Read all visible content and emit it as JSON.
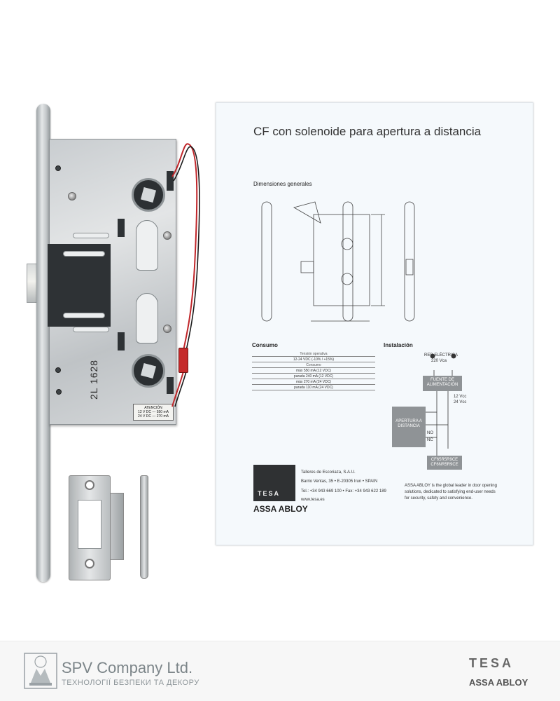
{
  "lock": {
    "stamp": "2L 1628",
    "sticker_line1": "ATENCIÓN",
    "sticker_line2": "12 V DC --- 550 mA",
    "sticker_line3": "24 V DC --- 270 mA"
  },
  "sheet": {
    "title": "CF con solenoide para apertura a distancia",
    "dimensions_heading": "Dimensiones generales",
    "consumption_heading": "Consumo",
    "installation_heading": "Instalación",
    "table_rows": [
      "Tensión operativa",
      "12-24 VDC (-10% / +15%)",
      "Consumo",
      "máx 550 mA (12 VDC)",
      "parada 240 mA (12 VDC)",
      "máx 270 mA (24 VDC)",
      "parada 110 mA (24 VDC)"
    ],
    "red_electrica": "RED ELÉCTRICA",
    "voltage_220": "220 Vca",
    "fuente": "FUENTE DE ALIMENTACIÓN",
    "apertura": "APERTURA A DISTANCIA",
    "v12": "12 Vcc",
    "v24": "24 Vcc",
    "no": "NO",
    "nc": "NC",
    "model1": "CF65R5R9CE",
    "model2": "CF6NR5R9CE",
    "company": "Talleres de Escoriaza, S.A.U.",
    "address": "Barrio Ventas, 35 • E-20305 Irun • SPAIN",
    "phone": "Tel.: +34 943 669 100 • Fax: +34 943 622 189",
    "web": "www.tesa.es",
    "assa_text_1": "ASSA ABLOY is the global leader in door opening",
    "assa_text_2": "solutions, dedicated to satisfying end-user needs",
    "assa_text_3": "for security, safety and convenience.",
    "tesa_tile": "TESA",
    "assa_logo": "ASSA ABLOY"
  },
  "footer": {
    "company": "SPV Company Ltd.",
    "tagline": "ТЕХНОЛОГІЇ БЕЗПЕКИ ТА ДЕКОРУ",
    "tesa": "TESA",
    "assa": "ASSA ABLOY"
  },
  "colors": {
    "wire_red": "#c0262a",
    "wire_black": "#1a1a1a",
    "footer_text": "#7c8589"
  }
}
